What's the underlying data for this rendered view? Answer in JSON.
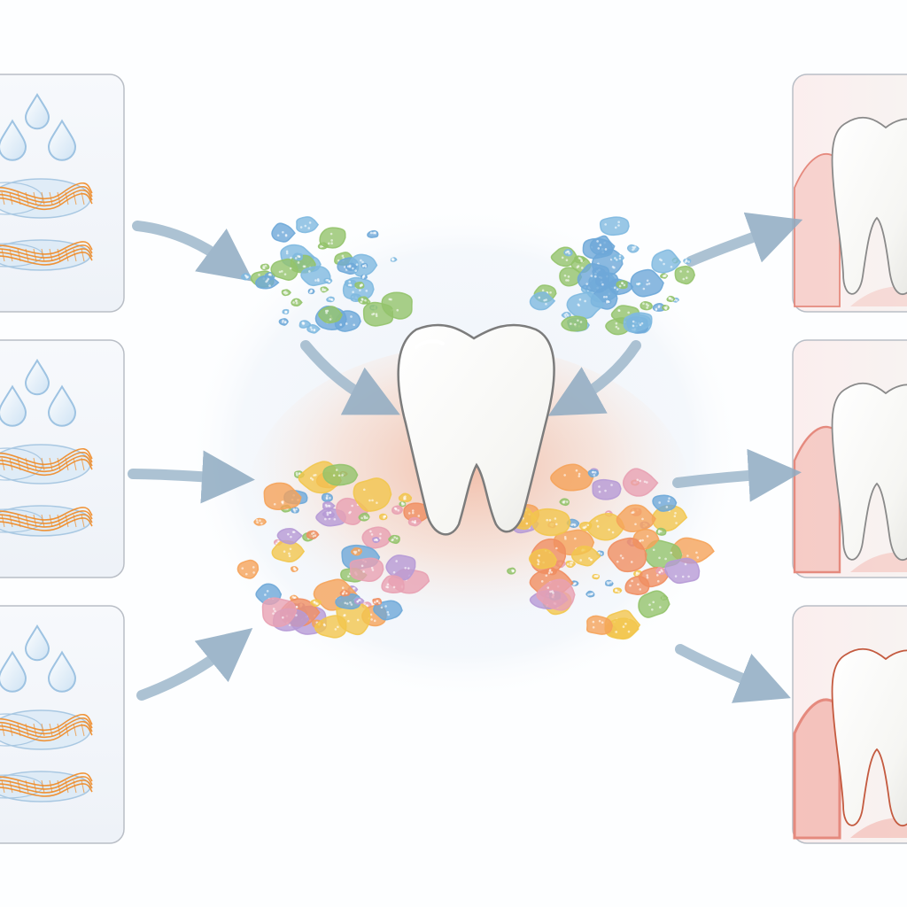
{
  "colors": {
    "background": "#fdfeff",
    "panel_border": "#b9bec6",
    "panel_fill": "#f3f6fb",
    "water_drop": "#9ec3e2",
    "fiber_orange": "#f08a24",
    "fiber_glass": "#cfe3f4",
    "arrow": "#9fb8cc",
    "tooth": "#ffffff",
    "tooth_outline": "#7c7c7c",
    "gum_pink": "#f3b8b0",
    "healthy_bacteria": [
      "#6ea8d8",
      "#93c36c",
      "#7fb9e0"
    ],
    "mixed_bacteria": [
      "#6ea8d8",
      "#93c36c",
      "#f08e62",
      "#f2c64e",
      "#b69ad6",
      "#e8a1b3",
      "#f5a35a"
    ]
  },
  "icons": {
    "input_panel": [
      "water-drop-icon",
      "fiber-bundle-icon"
    ],
    "center": [
      "tooth-icon",
      "bacteria-cluster-icon"
    ],
    "output_panel": [
      "tooth-in-gum-icon"
    ]
  },
  "outcomes": {
    "gum_inflammation_levels": [
      0.15,
      0.45,
      0.8
    ]
  }
}
